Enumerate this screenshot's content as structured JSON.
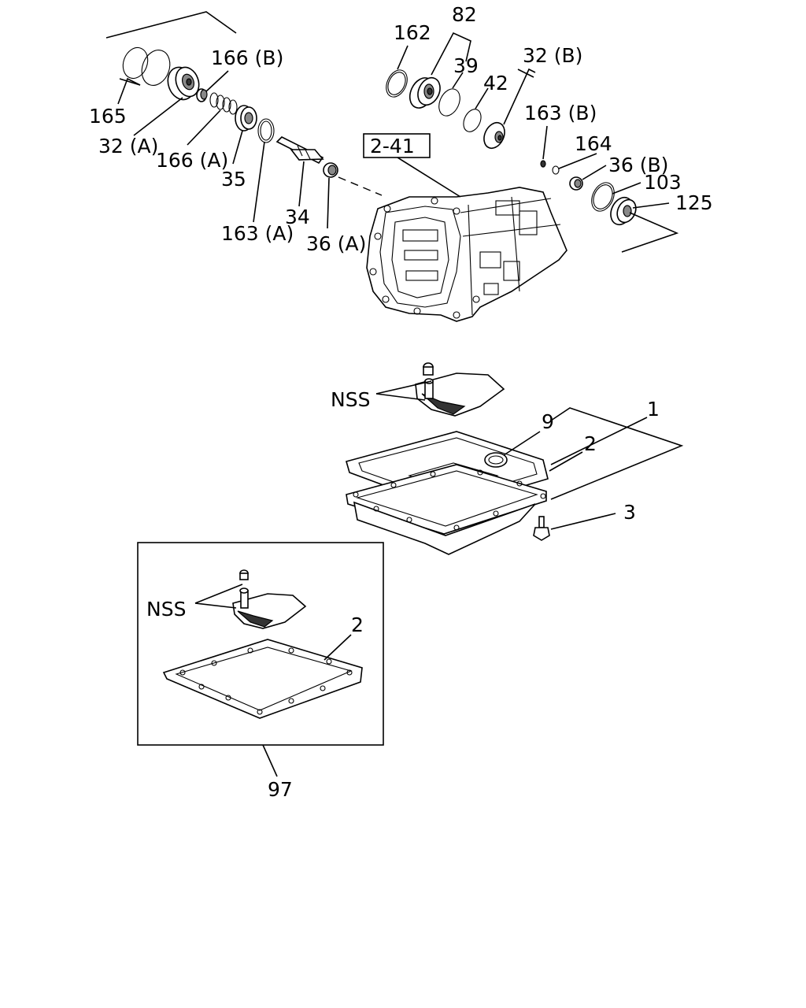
{
  "callouts": {
    "c165": "165",
    "c166b": "166 (B)",
    "c32a": "32 (A)",
    "c166a": "166 (A)",
    "c35": "35",
    "c34": "34",
    "c163a": "163 (A)",
    "c36a": "36 (A)",
    "c162": "162",
    "c82": "82",
    "c39": "39",
    "c42": "42",
    "c32b": "32 (B)",
    "c163b": "163 (B)",
    "c164": "164",
    "c36b": "36 (B)",
    "c103": "103",
    "c125": "125",
    "ref241": "2-41",
    "nss_main": "NSS",
    "c9": "9",
    "c1": "1",
    "c2_main": "2",
    "c3": "3",
    "nss_inset": "NSS",
    "c2_inset": "2",
    "c97": "97"
  }
}
